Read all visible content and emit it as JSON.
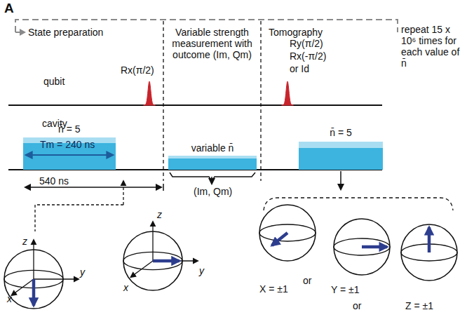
{
  "diagram": {
    "nodes": [
      {
        "text": [
          "n̄ = 5",
          "Tm = 240 ns"
        ]
      },
      {
        "text": [
          "variable n̄"
        ]
      },
      {
        "text": [
          "n̄ = 5"
        ]
      }
    ],
    "labels": [
      "A",
      "State preparation",
      "Variable strength measurement with outcome (Im, Qm)",
      "Tomography",
      "repeat 15 x 10⁶ times for each value of n̄",
      "Rx(π/2)",
      "qubit",
      "cavity",
      "Ry(π/2)",
      "Rx(-π/2)",
      "or Id",
      "540 ns",
      "(Im, Qm)",
      "z",
      "x",
      "y",
      "z",
      "x",
      "y",
      "X = ±1",
      "or",
      "Y = ±1",
      "or",
      "Z = ±1"
    ]
  }
}
